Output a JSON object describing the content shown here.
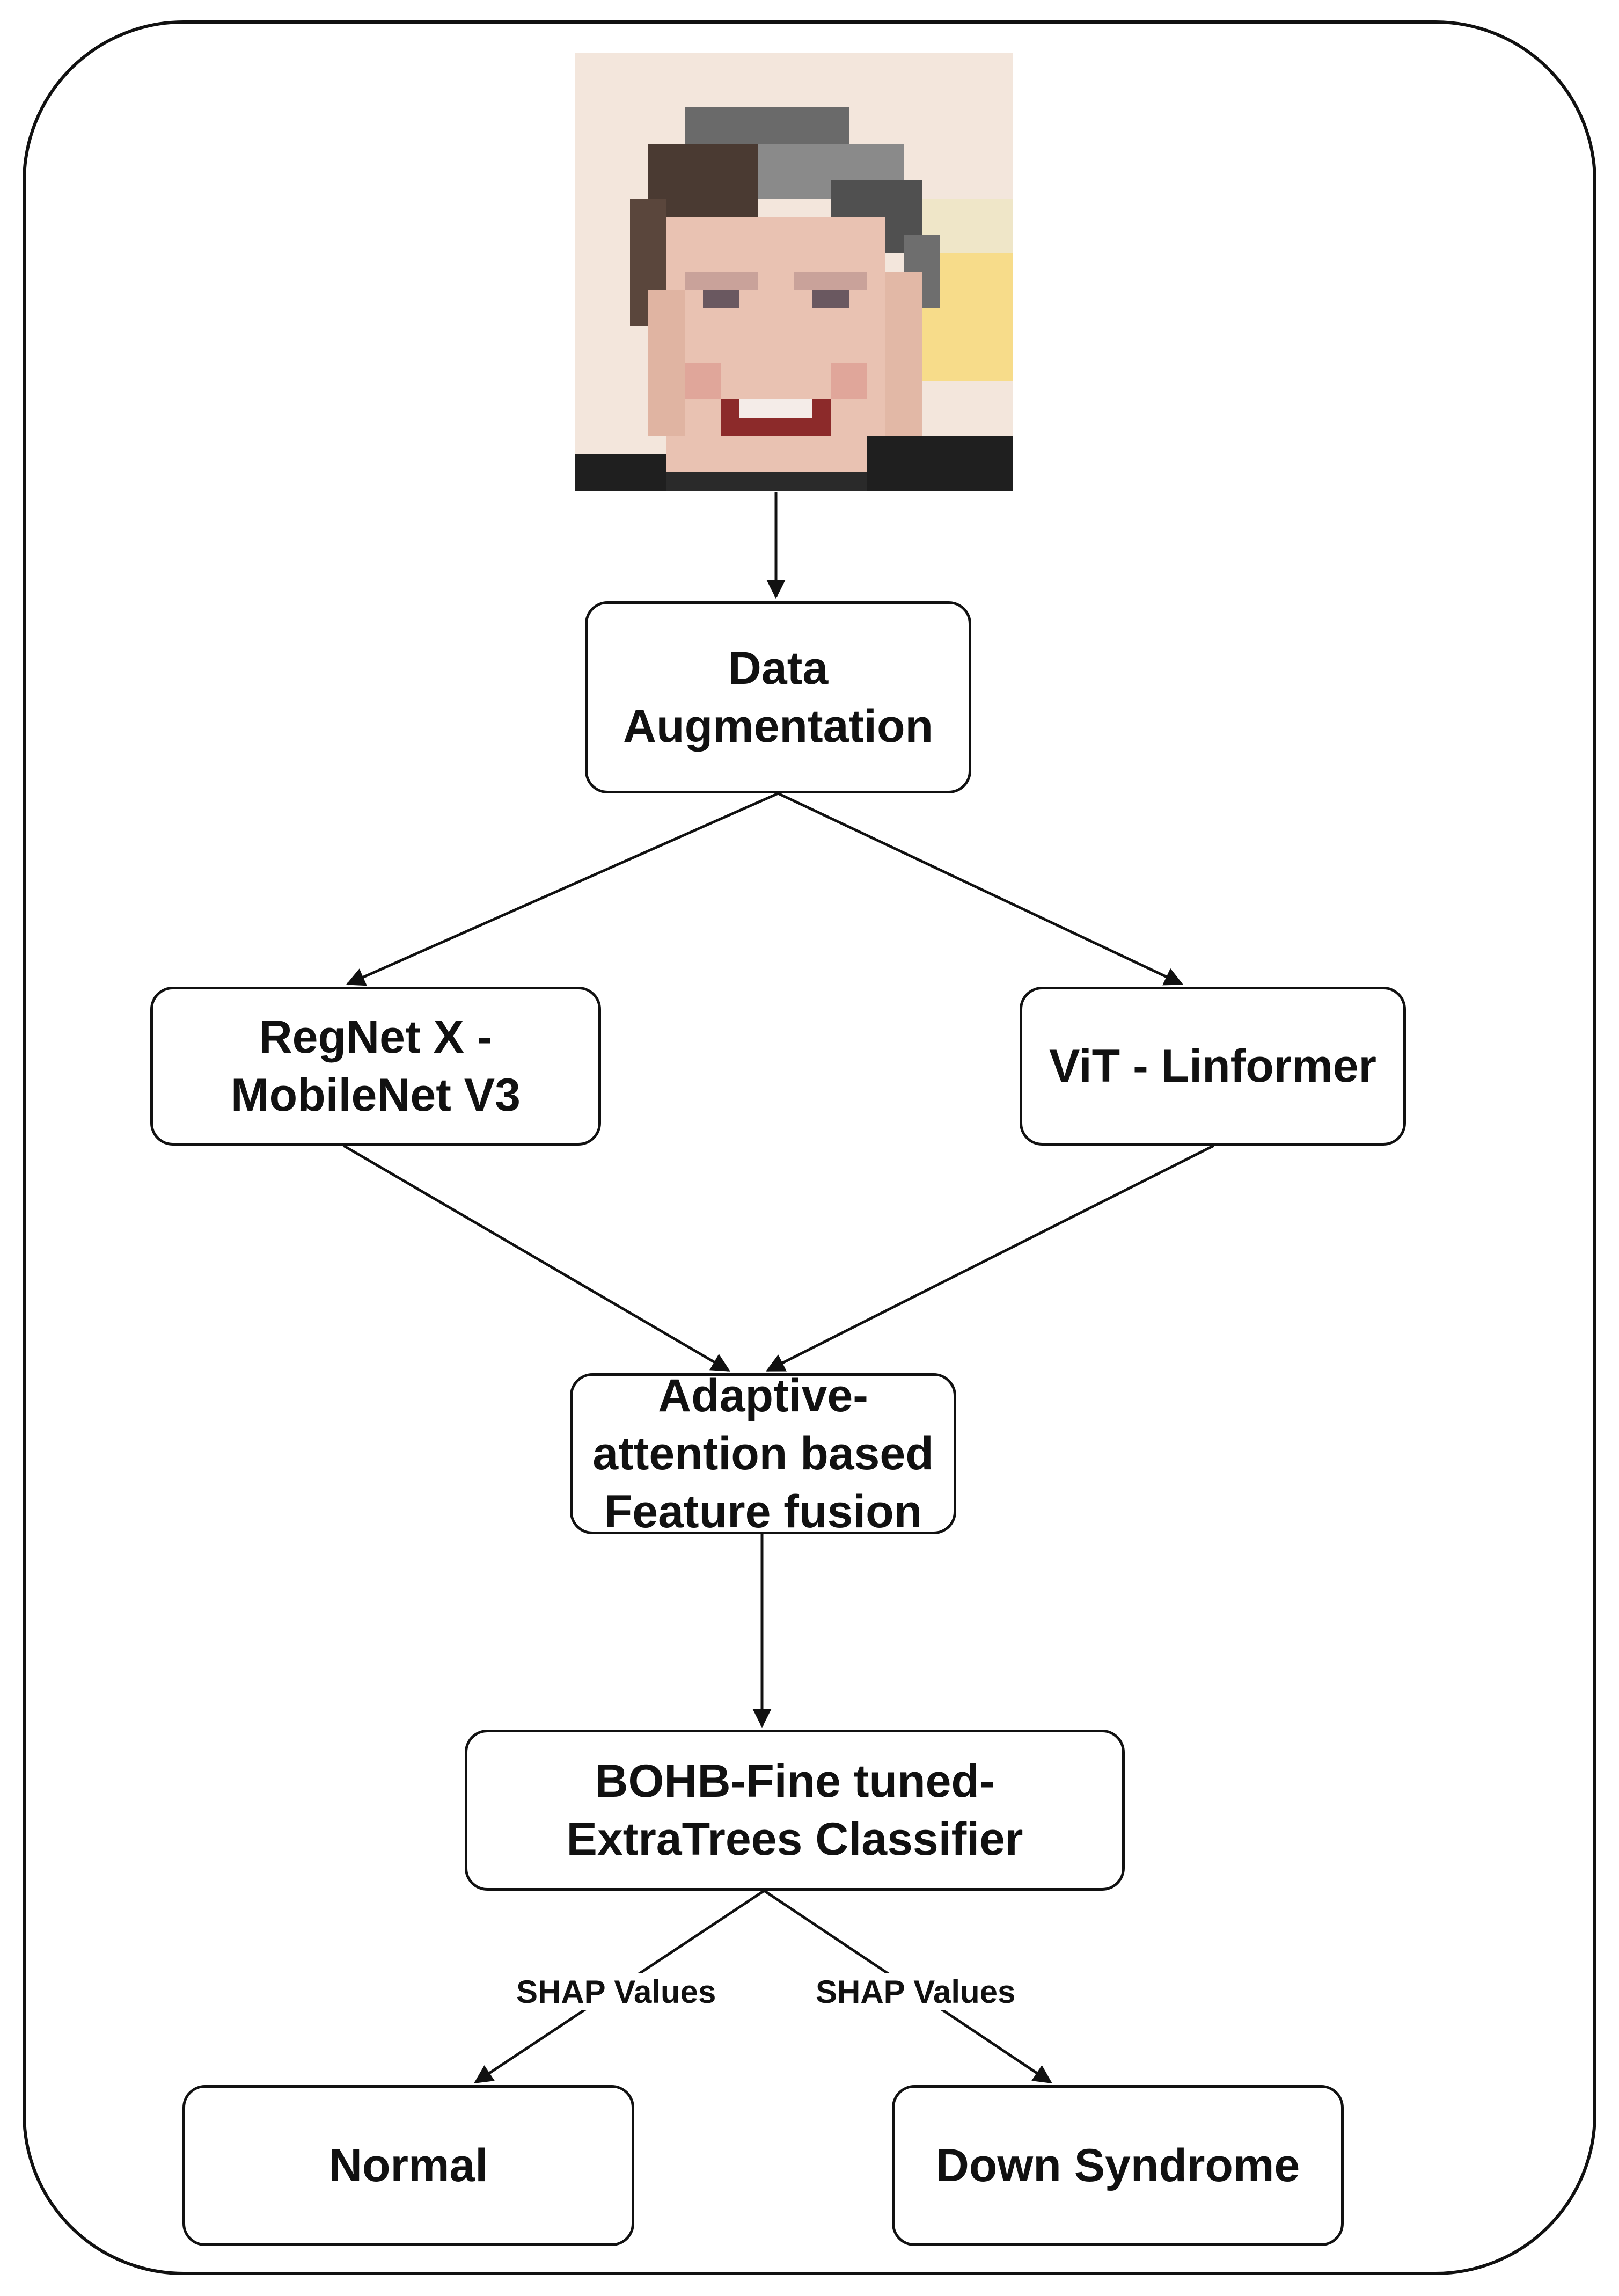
{
  "diagram": {
    "nodes": {
      "augmentation": {
        "label": "Data\nAugmentation"
      },
      "regnet": {
        "label": "RegNet X -\nMobileNet V3"
      },
      "vit": {
        "label": "ViT - Linformer"
      },
      "fusion": {
        "label": "Adaptive-\nattention based\nFeature fusion"
      },
      "classifier": {
        "label": "BOHB-Fine tuned-\nExtraTrees Classifier"
      },
      "normal": {
        "label": "Normal"
      },
      "down": {
        "label": "Down Syndrome"
      }
    },
    "edges": [
      {
        "from": "input-image",
        "to": "augmentation"
      },
      {
        "from": "augmentation",
        "to": "regnet"
      },
      {
        "from": "augmentation",
        "to": "vit"
      },
      {
        "from": "regnet",
        "to": "fusion"
      },
      {
        "from": "vit",
        "to": "fusion"
      },
      {
        "from": "fusion",
        "to": "classifier"
      },
      {
        "from": "classifier",
        "to": "normal",
        "label": "SHAP Values"
      },
      {
        "from": "classifier",
        "to": "down",
        "label": "SHAP Values"
      }
    ],
    "input_image": {
      "icon": "pixelated-child-face-photo"
    }
  },
  "colors": {
    "line": "#111111",
    "background": "#ffffff"
  }
}
